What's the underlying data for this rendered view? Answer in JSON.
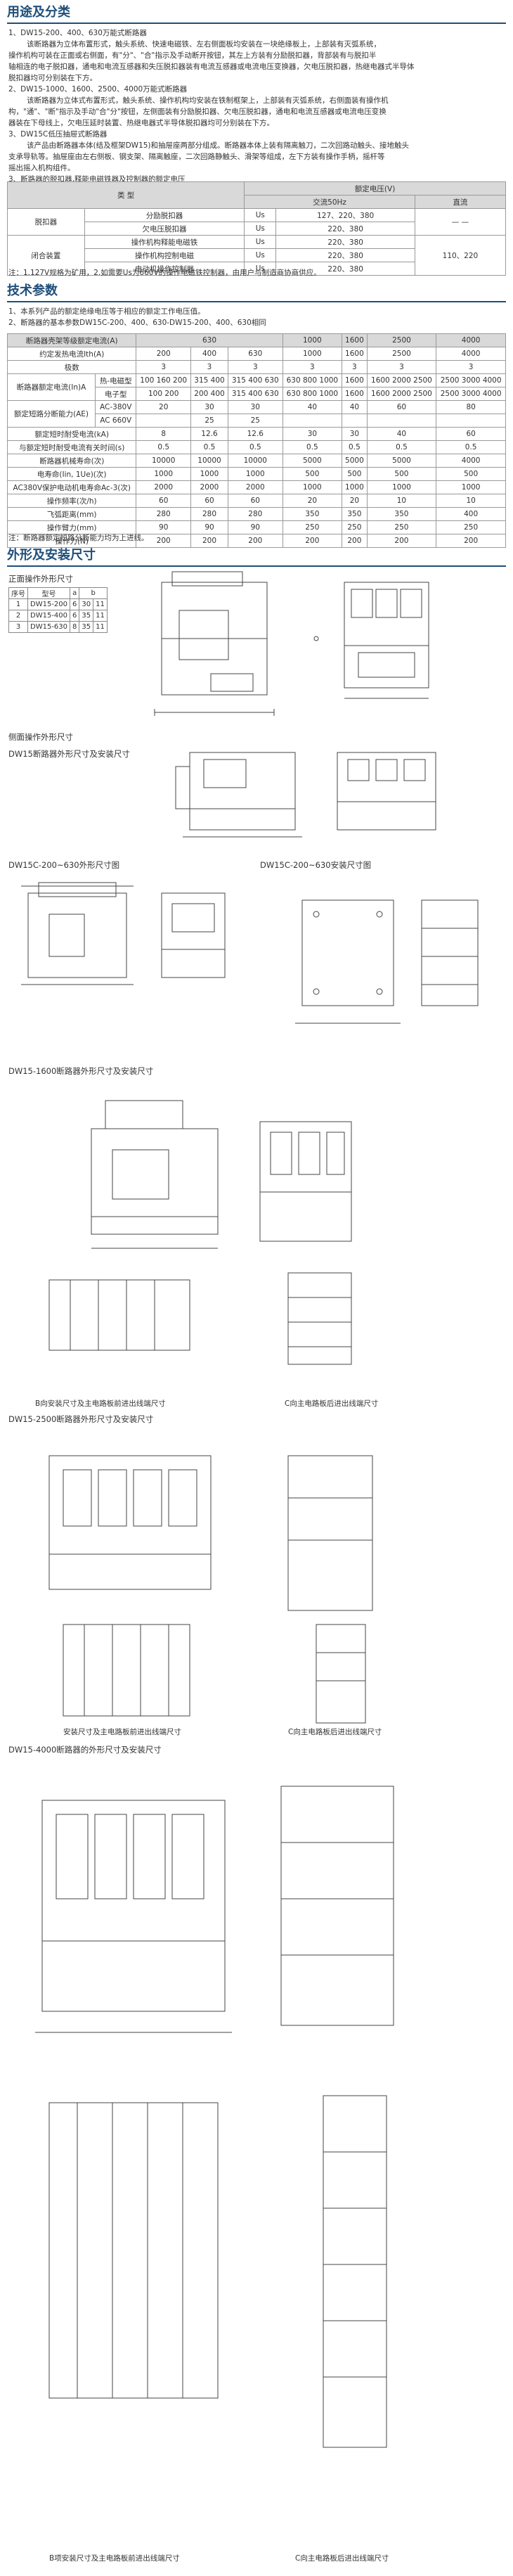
{
  "sections": {
    "use": "用途及分类",
    "tech": "技术参数",
    "dims": "外形及安装尺寸"
  },
  "use_paragraphs": [
    {
      "t": "1、DW15-200、400、630万能式断路器",
      "ind": false
    },
    {
      "t": "该断路器为立体布置形式，触头系统、快速电磁铁、左右侧面板均安装在一块绝缘板上，上部装有灭弧系统，",
      "ind": true
    },
    {
      "t": "操作机构可装在正面或右侧面，有\"分\"、\"合\"指示及手动断开按钮，其左上方装有分励脱扣器，背部装有与脱扣半",
      "ind": false
    },
    {
      "t": "轴相连的电子脱扣器，通电和电流互感器和失压脱扣器装有电流互感器或电流电压变换器，欠电压脱扣器，热继电器式半导体",
      "ind": false
    },
    {
      "t": "脱扣器均可分别装在下方。",
      "ind": false
    },
    {
      "t": "2、DW15-1000、1600、2500、4000万能式断路器",
      "ind": false
    },
    {
      "t": "该断路器为立体式布置形式，触头系统、操作机构均安装在铁制框架上，上部装有灭弧系统，右侧面装有操作机",
      "ind": true
    },
    {
      "t": "构，\"通\"、\"断\"指示及手动\"合\"分\"按钮，左侧面装有分励脱扣器、欠电压脱扣器，通电和电流互感器或电流电压变换",
      "ind": false
    },
    {
      "t": "器装在下母线上，欠电压延时装置、热继电器式半导体脱扣器均可分别装在下方。",
      "ind": false
    },
    {
      "t": "3、DW15C低压抽屉式断路器",
      "ind": false
    },
    {
      "t": "该产品由断路器本体(结及框架DW15)和抽屉座两部分组成。断路器本体上装有隔离触刀，二次回路动触头、接地触头",
      "ind": true
    },
    {
      "t": "支承导轨等。抽屉座由左右侧板、钢支架、隔离触座，二次回路静触头、滑架等组成，左下方装有操作手柄，摇杆等",
      "ind": false
    },
    {
      "t": "摇出摇入机构组件。",
      "ind": false
    },
    {
      "t": "3、断路器的脱扣器,释能电磁铁器及控制器的额定电压",
      "ind": false
    }
  ],
  "voltage_table": {
    "h_type": "类    型",
    "h_rated": "额定电压(V)",
    "h_ac": "交流50Hz",
    "h_dc": "直流",
    "g1": "脱扣器",
    "g2": "闭合装置",
    "rows": [
      {
        "name": "分励脱扣器",
        "us": "Us",
        "ac": "127、220、380",
        "dc": ""
      },
      {
        "name": "欠电压脱扣器",
        "us": "Us",
        "ac": "220、380",
        "dc": "— —"
      },
      {
        "name": "操作机构释能电磁铁",
        "us": "Us",
        "ac": "220、380",
        "dc": ""
      },
      {
        "name": "操作机构控制电磁",
        "us": "Us",
        "ac": "220、380",
        "dc": "110、220"
      },
      {
        "name": "电动机操作控制器",
        "us": "Us",
        "ac": "220、380",
        "dc": ""
      }
    ],
    "note": "注：1.127V规格为矿用，2.如需要Us为660V的操作电磁铁控制器，由用户与制造商协商供应。"
  },
  "tech_lines": [
    "1、本系列产品的额定绝缘电压等于相应的额定工作电压值。",
    "2、断路器的基本参数DW15C-200、400、630-DW15-200、400、630相同"
  ],
  "param_table": {
    "header": [
      "断路器壳架等级额定电流(A)",
      "630",
      "1000",
      "1600",
      "2500",
      "4000"
    ],
    "rows": [
      {
        "label": "约定发热电流Ith(A)",
        "vals": [
          "200",
          "400",
          "630",
          "1000",
          "1600",
          "2500",
          "4000"
        ]
      },
      {
        "label": "极数",
        "vals": [
          "3",
          "3",
          "3",
          "3",
          "3",
          "3",
          "3"
        ]
      },
      {
        "label": "热-电磁型",
        "vals": [
          "100 160 200",
          "315 400",
          "315 400 630",
          "630 800 1000",
          "1600",
          "1600 2000 2500",
          "2500 3000 4000"
        ]
      },
      {
        "label": "电子型",
        "vals": [
          "100 200",
          "200 400",
          "315 400 630",
          "630 800 1000",
          "1600",
          "1600 2000 2500",
          "2500 3000 4000"
        ]
      },
      {
        "label": "AC-380V",
        "vals": [
          "20",
          "30",
          "30",
          "40",
          "40",
          "60",
          "80"
        ]
      },
      {
        "label": "AC 660V",
        "vals": [
          "",
          "25",
          "25",
          "",
          "",
          "",
          ""
        ]
      },
      {
        "label": "额定短时耐受电流(kA)",
        "vals": [
          "8",
          "12.6",
          "12.6",
          "30",
          "30",
          "40",
          "60"
        ]
      },
      {
        "label": "与额定短时耐受电流有关时间(s)",
        "vals": [
          "0.5",
          "0.5",
          "0.5",
          "0.5",
          "0.5",
          "0.5",
          "0.5"
        ]
      },
      {
        "label": "断路器机械寿命(次)",
        "vals": [
          "10000",
          "10000",
          "10000",
          "5000",
          "5000",
          "5000",
          "4000"
        ]
      },
      {
        "label": "电寿命(Iin, 1Ue)(次)",
        "vals": [
          "1000",
          "1000",
          "1000",
          "500",
          "500",
          "500",
          "500"
        ]
      },
      {
        "label": "AC380V保护电动机电寿命Ac-3(次)",
        "vals": [
          "2000",
          "2000",
          "2000",
          "1000",
          "1000",
          "1000",
          "1000"
        ]
      },
      {
        "label": "操作频率(次/h)",
        "vals": [
          "60",
          "60",
          "60",
          "20",
          "20",
          "10",
          "10"
        ]
      },
      {
        "label": "飞弧距离(mm)",
        "vals": [
          "280",
          "280",
          "280",
          "350",
          "350",
          "350",
          "400"
        ]
      },
      {
        "label": "操作臂力(mm)",
        "vals": [
          "90",
          "90",
          "90",
          "250",
          "250",
          "250",
          "250"
        ]
      },
      {
        "label": "操作力(N)",
        "vals": [
          "200",
          "200",
          "200",
          "200",
          "200",
          "200",
          "200"
        ]
      }
    ],
    "group_label_a": "断路器额定电流(In)A",
    "group_label_b": "额定短路分断能力(AE)",
    "note": "注：断路器额定短路分断能力均为上进线。"
  },
  "dims": {
    "front_title": "正面操作外形尺寸",
    "mini_head": [
      "序号",
      "型号",
      "a",
      "b"
    ],
    "mini_rows": [
      [
        "1",
        "DW15-200",
        "6",
        "30",
        "11"
      ],
      [
        "2",
        "DW15-400",
        "6",
        "35",
        "11"
      ],
      [
        "3",
        "DW15-630",
        "8",
        "35",
        "11"
      ]
    ],
    "side_title": "侧面操作外形尺寸",
    "dw15_title": "DW15断路器外形尺寸及安装尺寸",
    "c200_outline": "DW15C-200~630外形尺寸图",
    "c200_install": "DW15C-200~630安装尺寸图",
    "dw1600_title": "DW15-1600断路器外形尺寸及安装尺寸",
    "b_1600": "B向安装尺寸及主电路板前进出线端尺寸",
    "c_1600": "C向主电路板后进出线端尺寸",
    "dw2500_title": "DW15-2500断路器外形尺寸及安装尺寸",
    "install_2500": "安装尺寸及主电路板前进出线端尺寸",
    "c_2500": "C向主电路板后进出线端尺寸",
    "dw4000_title": "DW15-4000断路器的外形尺寸及安装尺寸",
    "b_4000": "B项安装尺寸及主电路板前进出线端尺寸",
    "c_4000": "C向主电路板后进出线端尺寸"
  }
}
